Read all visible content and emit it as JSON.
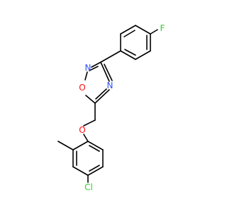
{
  "molecule": {
    "atoms": {
      "fluorine": "F",
      "chlorine": "Cl",
      "ring_nitrogen_top": "N",
      "ring_oxygen": "O",
      "ring_nitrogen_right": "N",
      "ether_oxygen": "O"
    }
  },
  "colors": {
    "bond": "#000000",
    "fluorine": "#33cc33",
    "chlorine": "#33cc33",
    "nitrogen": "#3050f8",
    "oxygen": "#ff0d0d",
    "background": "#ffffff"
  }
}
